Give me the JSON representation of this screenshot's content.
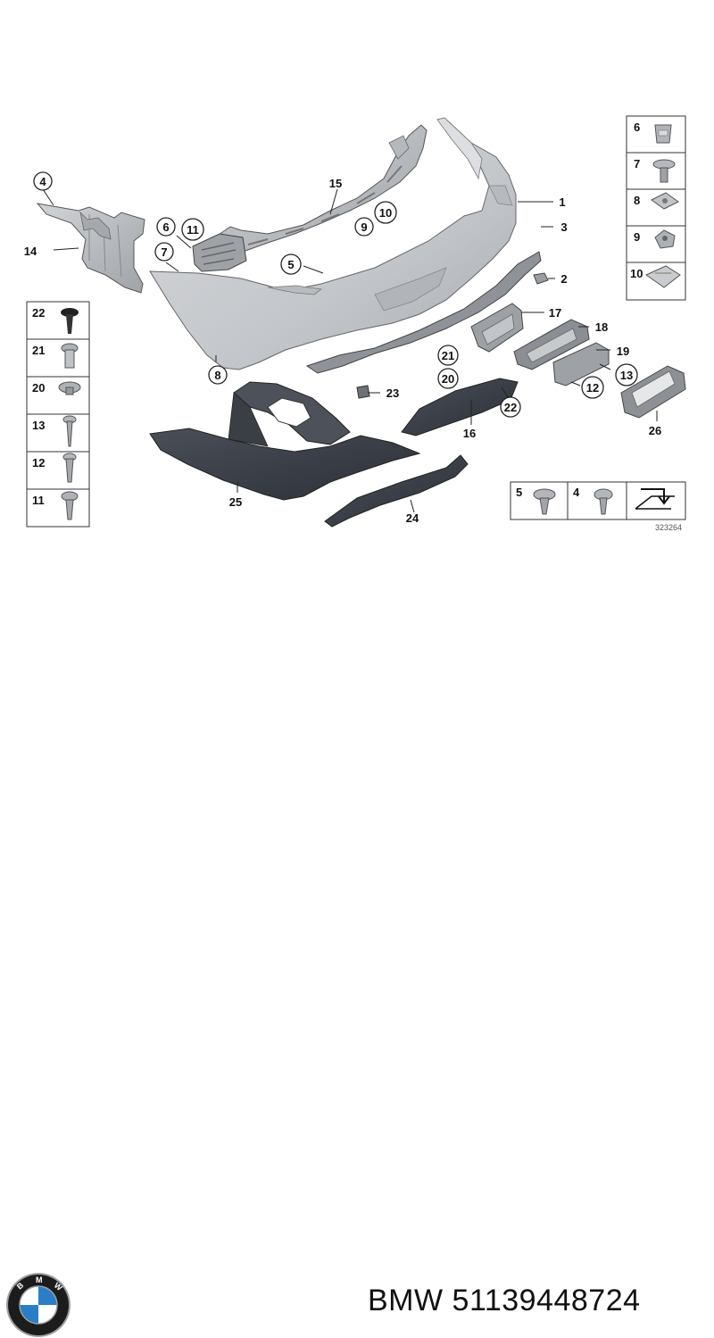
{
  "diagram": {
    "reference_number": "323264",
    "callouts": {
      "c1": "1",
      "c2": "2",
      "c3": "3",
      "c4": "4",
      "c5": "5",
      "c6": "6",
      "c7": "7",
      "c8": "8",
      "c9": "9",
      "c10": "10",
      "c11": "11",
      "c12": "12",
      "c13": "13",
      "c14": "14",
      "c15": "15",
      "c16": "16",
      "c17": "17",
      "c18": "18",
      "c19": "19",
      "c20": "20",
      "c21": "21",
      "c22": "22",
      "c23": "23",
      "c24": "24",
      "c25": "25",
      "c26": "26"
    },
    "right_fastener_panel": [
      "6",
      "7",
      "8",
      "9",
      "10"
    ],
    "left_fastener_panel": [
      "22",
      "21",
      "20",
      "13",
      "12",
      "11"
    ],
    "bottom_fastener_panel": [
      "5",
      "4"
    ]
  },
  "logo": {
    "letters": "BMW",
    "colors": {
      "ring": "#1c1c1c",
      "blue": "#2a7ec8",
      "white": "#ffffff",
      "chrome": "#9aa0a6"
    }
  },
  "caption": {
    "text": "BMW 51139448724"
  },
  "colors": {
    "bumper": "#c9cccf",
    "bumper_shade": "#a9adb1",
    "bracket": "#b9bcc0",
    "dark_part": "#3c4048",
    "dark_part_shade": "#2a2d33",
    "line": "#333333"
  }
}
